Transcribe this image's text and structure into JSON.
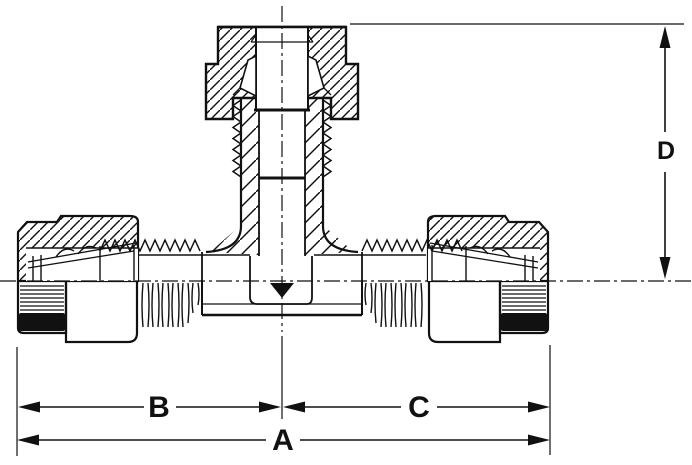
{
  "meta": {
    "background": "#ffffff",
    "ink_color": "#111111",
    "drawing_kind": "engineering-section-drawing"
  },
  "dimensions": {
    "a_label": "A",
    "b_label": "B",
    "c_label": "C",
    "d_label": "D"
  }
}
